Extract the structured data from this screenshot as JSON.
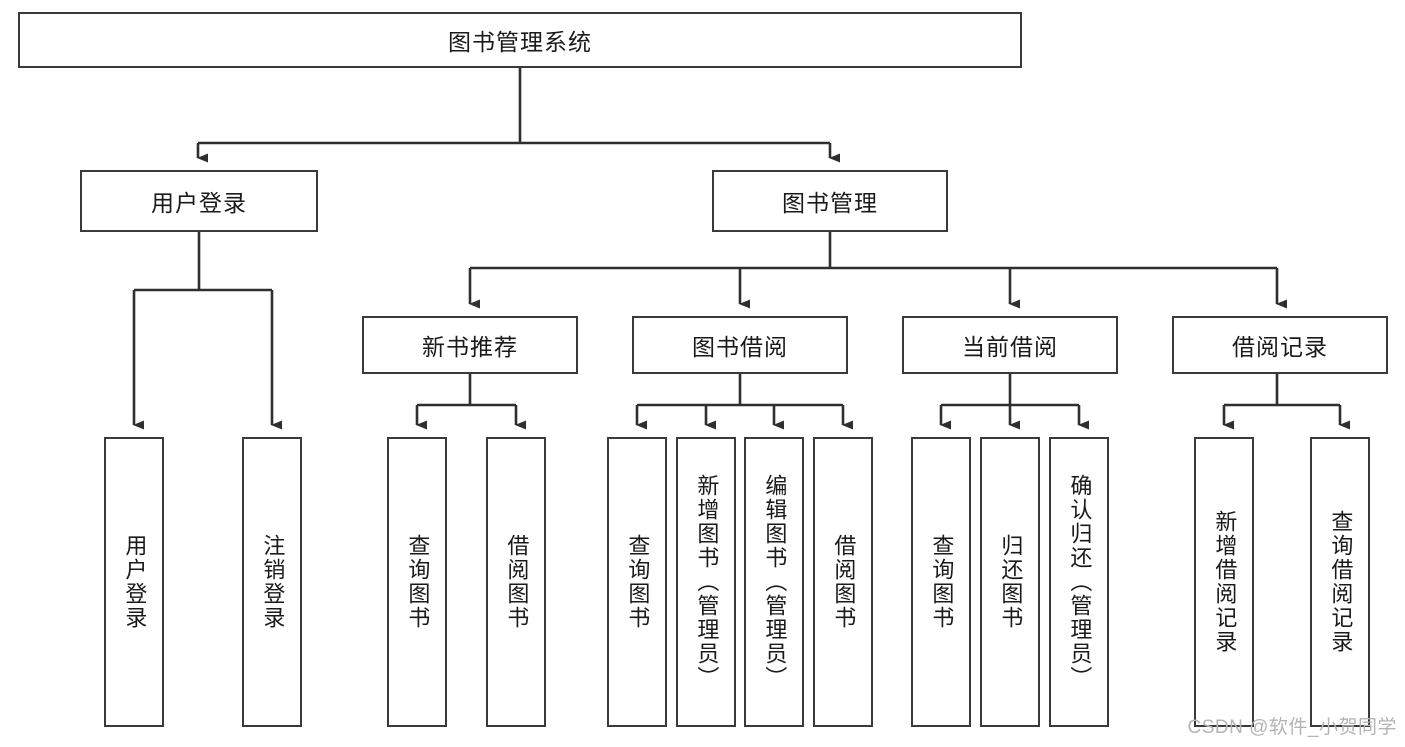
{
  "diagram": {
    "type": "tree",
    "title_node": {
      "label": "图书管理系统"
    },
    "level2": [
      {
        "label": "用户登录"
      },
      {
        "label": "图书管理"
      }
    ],
    "level3": [
      {
        "label": "新书推荐"
      },
      {
        "label": "图书借阅"
      },
      {
        "label": "当前借阅"
      },
      {
        "label": "借阅记录"
      }
    ],
    "leaves": {
      "user_login": [
        {
          "label": "用户登录"
        },
        {
          "label": "注销登录"
        }
      ],
      "new_book_recommend": [
        {
          "label": "查询图书"
        },
        {
          "label": "借阅图书"
        }
      ],
      "book_borrow": [
        {
          "label": "查询图书"
        },
        {
          "label": "新增图书（管理员）"
        },
        {
          "label": "编辑图书（管理员）"
        },
        {
          "label": "借阅图书"
        }
      ],
      "current_borrow": [
        {
          "label": "查询图书"
        },
        {
          "label": "归还图书"
        },
        {
          "label": "确认归还（管理员）"
        }
      ],
      "borrow_record": [
        {
          "label": "新增借阅记录"
        },
        {
          "label": "查询借阅记录"
        }
      ]
    }
  },
  "watermark": {
    "text": "CSDN @软件_小贺同学"
  },
  "colors": {
    "border": "#3a3a3a",
    "background": "#ffffff",
    "text": "#1a1a1a",
    "watermark": "#b4b4b4"
  }
}
